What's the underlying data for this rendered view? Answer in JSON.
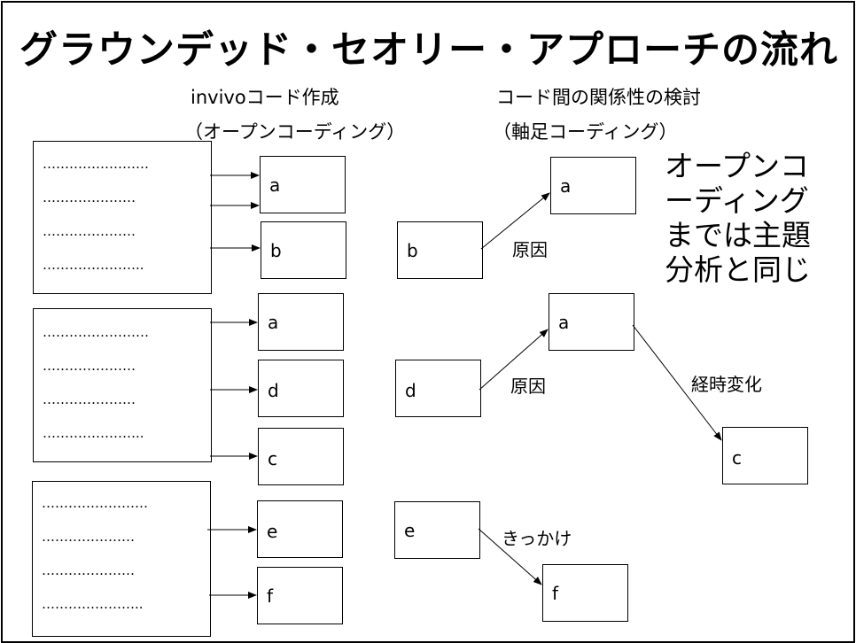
{
  "title": "グラウンデッド・セオリー・アプローチの流れ",
  "left_heading": {
    "line1": "invivoコード作成",
    "line2": "（オープンコーディング）"
  },
  "right_heading": {
    "line1": "コード間の関係性の検討",
    "line2": "（軸足コーディング）"
  },
  "note": "オープンコーディングまでは主題分析と同じ",
  "source_blocks": [
    {
      "lines": [
        "……………………",
        "…………………",
        "…………………",
        "………………….."
      ]
    },
    {
      "lines": [
        "……………………",
        "…………………",
        "…………………",
        "………………….."
      ]
    },
    {
      "lines": [
        "……………………",
        "…………………",
        "…………………",
        "………………….."
      ]
    }
  ],
  "open_codes": [
    "a",
    "b",
    "a",
    "d",
    "c",
    "e",
    "f"
  ],
  "axial_codes": [
    "b",
    "a",
    "d",
    "a",
    "c",
    "e",
    "f"
  ],
  "relations": [
    "原因",
    "原因",
    "経時変化",
    "きっかけ"
  ]
}
